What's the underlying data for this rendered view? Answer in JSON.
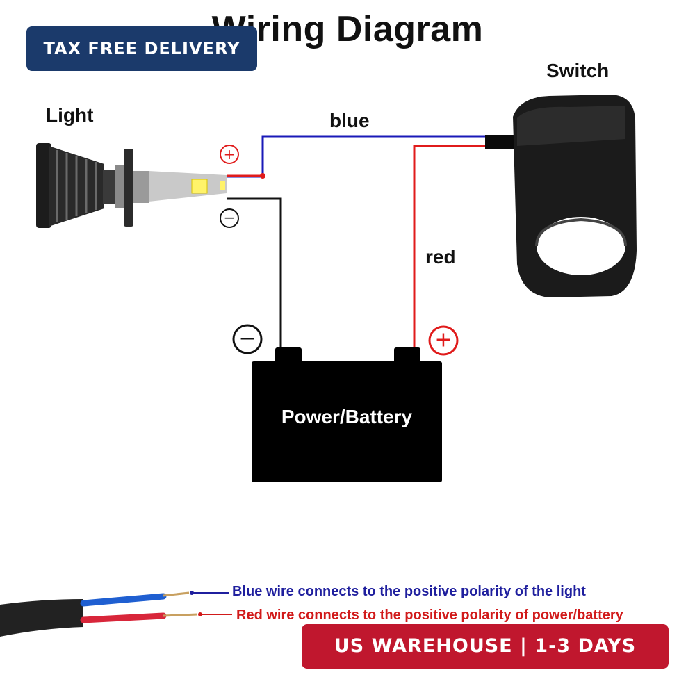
{
  "title": "Wiring Diagram",
  "badges": {
    "top": "TAX FREE DELIVERY",
    "bottom": "US WAREHOUSE | 1-3 DAYS"
  },
  "components": {
    "light": "Light",
    "switch": "Switch",
    "battery": "Power/Battery"
  },
  "wires": {
    "blue": "blue",
    "red": "red"
  },
  "polarity": {
    "positive": "+",
    "negative": "−"
  },
  "notes": {
    "blue": "Blue wire connects to the positive polarity of the light",
    "red": "Red wire connects to the positive polarity of power/battery"
  },
  "colors": {
    "blue_wire": "#1a1ab8",
    "red_wire": "#e01b1b",
    "black_wire": "#111111",
    "badge_top": "#1b3a6b",
    "badge_bottom": "#c0172e"
  }
}
